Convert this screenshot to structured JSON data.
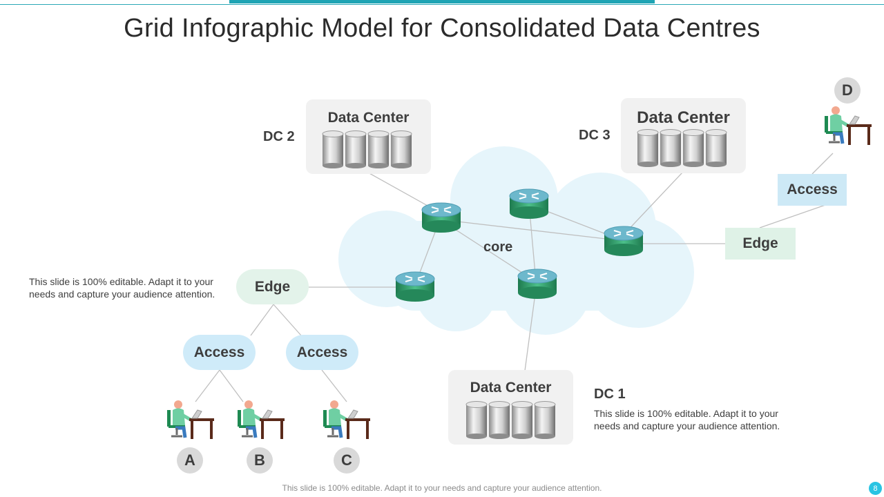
{
  "title": "Grid Infographic Model for Consolidated Data Centres",
  "core_label": "core",
  "data_centers": [
    {
      "id": "dc2",
      "title": "Data Center",
      "label": "DC 2"
    },
    {
      "id": "dc3",
      "title": "Data Center",
      "label": "DC 3"
    },
    {
      "id": "dc1",
      "title": "Data Center",
      "label": "DC 1"
    }
  ],
  "edges": {
    "left": "Edge",
    "right": "Edge"
  },
  "access": {
    "left_a": "Access",
    "left_b": "Access",
    "right": "Access"
  },
  "users": [
    "A",
    "B",
    "C",
    "D"
  ],
  "notes": {
    "left": "This slide is 100% editable. Adapt it to your needs and capture your audience attention.",
    "right": "This slide is 100% editable. Adapt it to your needs and capture your audience attention."
  },
  "footer": "This slide is 100% editable. Adapt it to your needs and capture your audience attention.",
  "page_number": "8",
  "colors": {
    "accent": "#1fa4b4",
    "cloud": "#e6f5fb",
    "router": "#3aa874",
    "router_top": "#5fb3c9",
    "edge": "#e3f3ea",
    "access": "#cfebf9"
  },
  "icons": [
    "router-icon",
    "server-rack-icon",
    "cloud-icon",
    "person-at-desk-icon"
  ]
}
